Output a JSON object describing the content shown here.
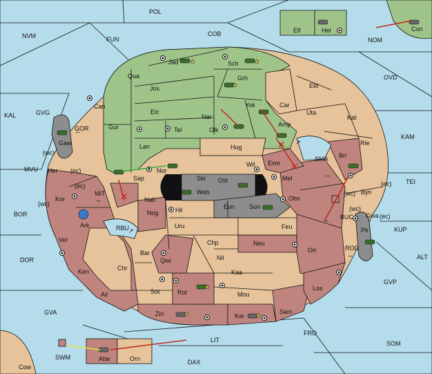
{
  "colors": {
    "sea": "#b5dceb",
    "power_green": "#9fc48a",
    "power_red": "#c0847e",
    "neutral_tan": "#e6c39a",
    "power_grey": "#8d8d8d",
    "order_red": "#c0261b",
    "order_green": "#3aa63a",
    "order_yellow": "#e6e638"
  },
  "sea_labels": {
    "pol": "POL",
    "cob": "COB",
    "nvm": "NVM",
    "fun": "FUN",
    "nom": "NOM",
    "ovd": "OVD",
    "kal": "KAL",
    "gvg": "GVG",
    "kam": "KAM",
    "mvu": "MVU",
    "tei": "TEI",
    "bor": "BOR",
    "kup": "KUP",
    "dor": "DOR",
    "alt": "ALT",
    "gvp": "GVP",
    "gva": "GVA",
    "fro": "FRO",
    "som": "SOM",
    "lit": "LIT",
    "dax": "DAX",
    "swm": "SWM",
    "mit": "MIT",
    "rbu": "RBU",
    "buc": "BUC",
    "rod": "ROD",
    "gor": "GOR",
    "sma": "SMA"
  },
  "land_labels": {
    "elf": "Elf",
    "hel": "Hel",
    "con": "Con",
    "jad": "Jad",
    "sch": "Sch",
    "grh": "Grh",
    "qua": "Qua",
    "jos": "Jos",
    "can": "Can",
    "elc": "Elc",
    "tel": "Tel",
    "nar": "Nar",
    "olk": "Olk",
    "yok": "Yok",
    "car": "Car",
    "amp": "Amp",
    "eld": "Eld",
    "uta": "Uta",
    "kat": "Kat",
    "gur": "Gur",
    "lan": "Lan",
    "hug": "Hug",
    "gaw": "Gaw",
    "wil": "Wil",
    "esm": "Esm",
    "bri": "Bri",
    "rie": "Rie",
    "sap": "Sap",
    "nor": "Nor",
    "skr": "Skr",
    "ost": "Ost",
    "web": "Web",
    "mel": "Mel",
    "her": "Her",
    "kor": "Kor",
    "nab": "Nab",
    "hil": "Hil",
    "eun": "Eun",
    "sun": "Sun",
    "obs": "Obs",
    "byn": "Byn",
    "ark": "Ark",
    "nog": "Nog",
    "uru": "Uru",
    "feu": "Feu",
    "gwa": "Gwa",
    "pir": "Pir",
    "ver": "Ver",
    "chp": "Chp",
    "neu": "Neu",
    "orl": "Orl",
    "bar": "Bar",
    "qwi": "Qwi",
    "nil": "Nil",
    "ken": "Ken",
    "chr": "Chr",
    "kaa": "Kaa",
    "ail": "Ail",
    "sot": "Sot",
    "rot": "Rot",
    "mou": "Mou",
    "los": "Los",
    "zin": "Zin",
    "kar": "Kar",
    "sam": "Sam",
    "aba": "Aba",
    "orn": "Orn",
    "cow": "Cow"
  },
  "coast_labels": {
    "wc_her": "(wc)",
    "ec_her": "(ec)",
    "ec_kor": "(ec)",
    "wc_kor": "(wc)",
    "wc_buc": "(wc)",
    "ec_byn": "(ec)",
    "wc_gwa": "(wc)",
    "ec_gwa": "(ec)"
  }
}
